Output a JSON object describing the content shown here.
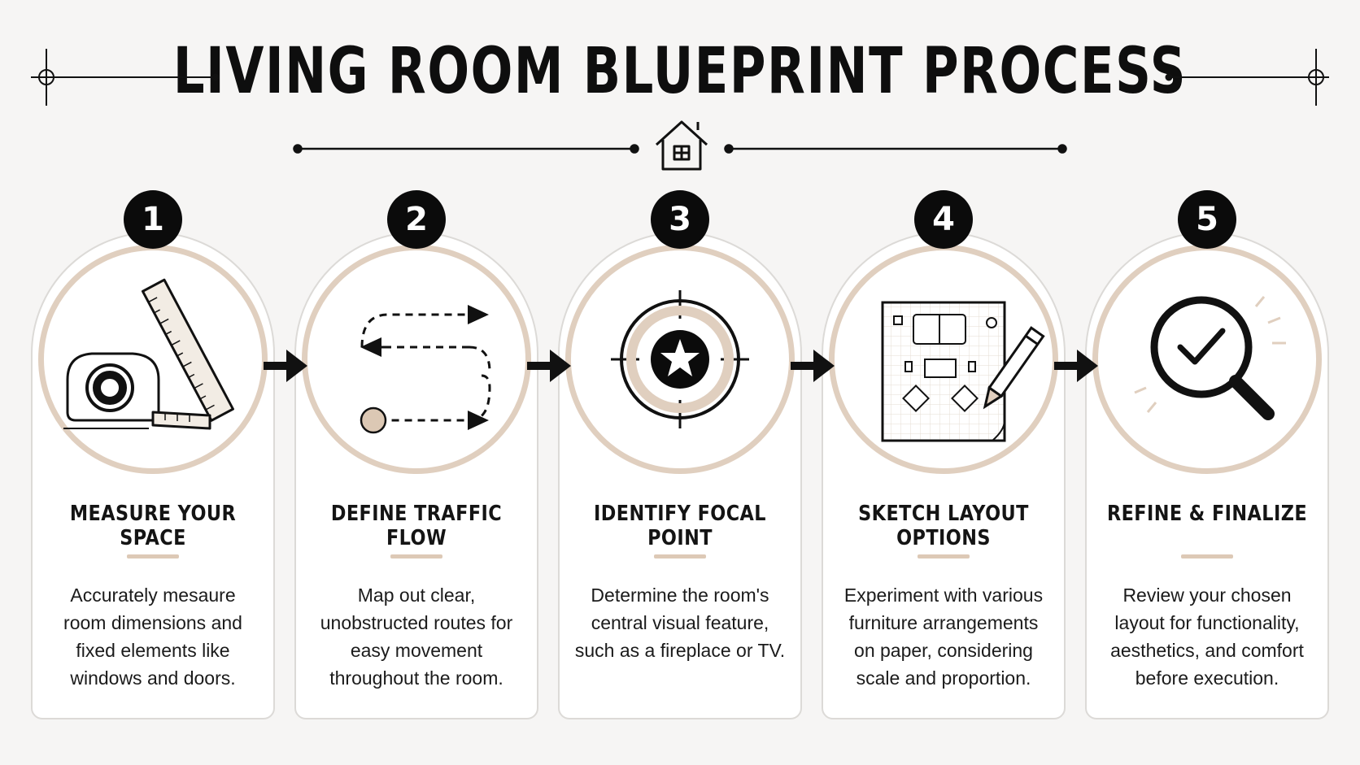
{
  "header": {
    "title": "LIVING ROOM BLUEPRINT PROCESS"
  },
  "colors": {
    "accent_beige": "#e0cfbf",
    "badge": "#0b0b0b",
    "background": "#f6f5f4"
  },
  "steps": [
    {
      "number": "1",
      "title": "MEASURE YOUR SPACE",
      "description": "Accurately mesaure room dimensions and fixed elements like windows and doors.",
      "icon": "tape-measure-ruler-icon"
    },
    {
      "number": "2",
      "title": "DEFINE TRAFFIC FLOW",
      "description": "Map out clear, unobstructed routes for easy movement throughout the room.",
      "icon": "path-arrows-icon"
    },
    {
      "number": "3",
      "title": "IDENTIFY FOCAL POINT",
      "description": "Determine the room's central visual feature, such as a fireplace or TV.",
      "icon": "target-star-icon"
    },
    {
      "number": "4",
      "title": "SKETCH LAYOUT OPTIONS",
      "description": "Experiment with various furniture arrangements on paper, considering scale and proportion.",
      "icon": "floor-plan-pencil-icon"
    },
    {
      "number": "5",
      "title": "REFINE & FINALIZE",
      "description": "Review your chosen layout for functionality, aesthetics, and comfort before execution.",
      "icon": "magnifier-check-icon"
    }
  ]
}
